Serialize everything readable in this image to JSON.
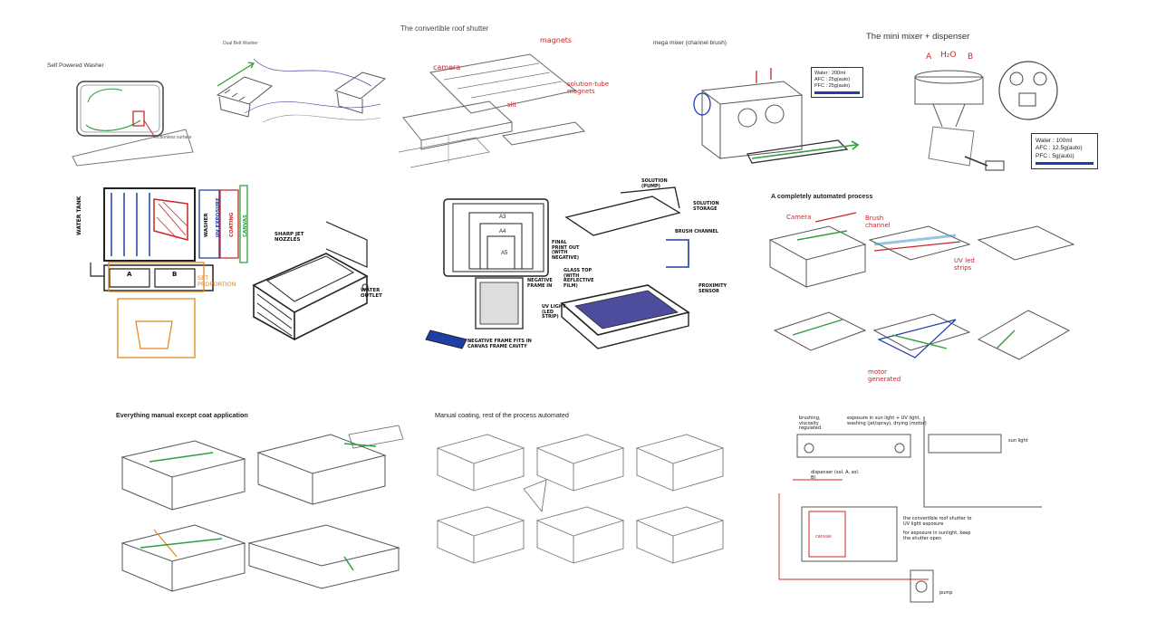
{
  "titles": {
    "self_powered_washer": "Self Powered Washer",
    "dual_belt_washer": "Dual Belt Washer",
    "roof_shutter": "The convertible roof shutter",
    "mega_mixer": "mega mixer (channel brush)",
    "mini_mixer": "The mini mixer + dispenser",
    "automated_process": "A completely automated process",
    "everything_manual": "Everything manual except coat application",
    "manual_coating": "Manual coating, rest of the process automated"
  },
  "annotations": {
    "washer_note": "frictionless surface",
    "magnets": "magnets",
    "camera": "camera",
    "solution_tube_magnets": "solution-tube magnets",
    "slit": "slit",
    "mixer_abc": [
      "A",
      "H₂O",
      "B"
    ],
    "water_tank": "WATER TANK",
    "uv_exposure": "UV EXPOSURE",
    "washer": "WASHER",
    "coating": "COATING",
    "canvas": "CANVAS",
    "set_proportion": "SET PROPORTION",
    "tank_a": "A",
    "tank_b": "B",
    "sharp_jet_nozzles": "SHARP JET NOZZLES",
    "water_outlet": "WATER OUTLET",
    "sizes": [
      "A3",
      "A4",
      "A5"
    ],
    "final_print_out": "FINAL PRINT OUT (WITH NEGATIVE)",
    "negative_frame_in": "NEGATIVE FRAME IN",
    "negative_frame_fits": "NEGATIVE FRAME FITS IN CANVAS FRAME CAVITY",
    "glass_top": "GLASS TOP (WITH REFLECTIVE FILM)",
    "uv_light_strip": "UV LIGHT (LED STRIP)",
    "solution_tube": "SOLUTION (PUMP)",
    "solution_storage": "SOLUTION STORAGE",
    "brush_channel": "BRUSH CHANNEL",
    "proximity_sensor": "PROXIMITY SENSOR",
    "auto_camera": "Camera",
    "auto_brush_channel": "Brush channel",
    "uv_led_strips": "UV led strips",
    "motor_generated": "motor generated",
    "notes_brushing": "brushing, viscosity regulated",
    "notes_exposure": "exposure in sun light + UV light, washing (jet/spray), drying (motor)",
    "notes_sun": "sun light",
    "notes_dispenser": "dispenser (sol. A, sol. B)",
    "notes_shutter": "the convertible roof shutter to UV light exposure",
    "notes_exposure_sunlight": "for exposure in sunlight, keep the shutter open",
    "notes_pump": "pump",
    "notes_canvas": "canvas"
  },
  "mega_mixer_readout": {
    "lines": [
      "Water : 200ml",
      "AFC : 25g(auto)",
      "PFC : 25g(auto)"
    ],
    "bar_color": "#1e3ea8"
  },
  "mini_mixer_readout": {
    "lines": [
      "Water : 100ml",
      "AFC : 12.5g(auto)",
      "PFC : 5g(auto)"
    ],
    "bar_color": "#1e3ea8"
  },
  "colors": {
    "pencil": "#6b6b6b",
    "ink": "#222222",
    "red": "#c8262a",
    "green": "#2f9e3a",
    "blue": "#1e3ea8",
    "orange": "#e2861b",
    "violet": "#6c4fb3"
  }
}
